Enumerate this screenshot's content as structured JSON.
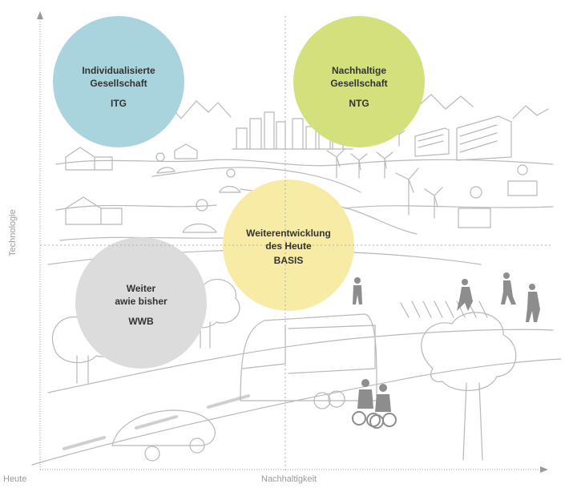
{
  "axes": {
    "y_label": "Technologie",
    "x_label": "Nachhaltigkeit",
    "origin_label": "Heute"
  },
  "scenarios": [
    {
      "lines": [
        "Individualisierte",
        "Gesellschaft"
      ],
      "code": "ITG",
      "color": "#a9d4dd"
    },
    {
      "lines": [
        "Nachhaltige",
        "Gesellschaft"
      ],
      "code": "NTG",
      "color": "#d3e07c"
    },
    {
      "lines": [
        "Weiterentwicklung",
        "des Heute"
      ],
      "code": "BASIS",
      "color": "#f7eba6"
    },
    {
      "lines": [
        "Weiter",
        "awie bisher"
      ],
      "code": "WWB",
      "color": "#dcdcdc"
    }
  ],
  "colors": {
    "axis": "#9a9a9a",
    "sketch": "#b5b5b5",
    "figure": "#8d8d8d"
  }
}
